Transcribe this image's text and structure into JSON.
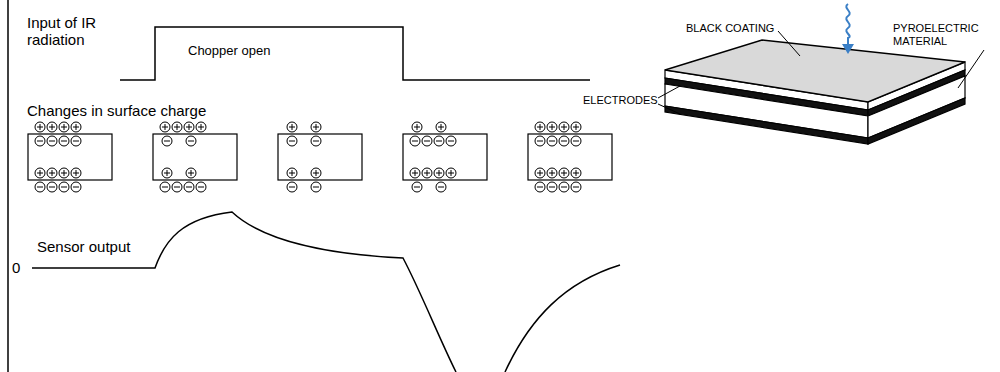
{
  "diagram": {
    "labels": [
      "Input of IR radiation",
      "Chopper open",
      "Changes in surface charge",
      "Sensor output",
      "0",
      "BLACK COATING",
      "PYROELECTRIC MATERIAL",
      "ELECTRODES"
    ]
  }
}
